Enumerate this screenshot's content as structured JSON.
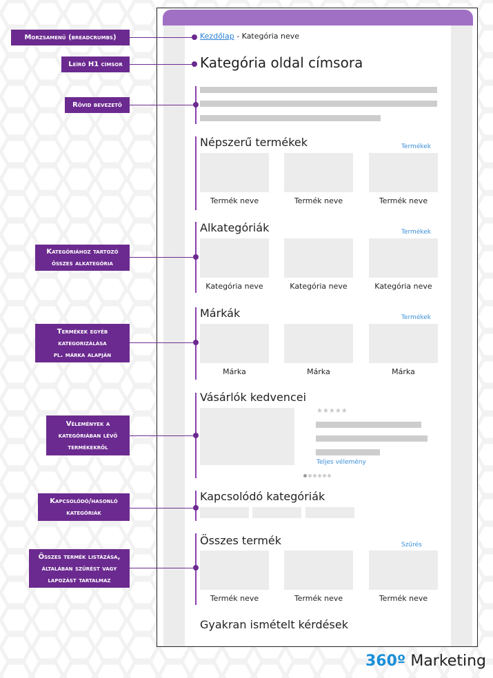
{
  "annotations": {
    "breadcrumbs": "Morzsamenü (breadcrumbs)",
    "h1": "Leíró H1 címsor",
    "intro": "Rövid bevezető",
    "subcategories": [
      "Kategóriához tartozó",
      "összes alkategória"
    ],
    "other": [
      "Termékek egyéb",
      "kategorizálása",
      "pl. márka alapján"
    ],
    "reviews": [
      "Vélemények a",
      "kategóriában lévő",
      "termékekről"
    ],
    "related": [
      "Kapcsolódó/hasonló",
      "kategóriák"
    ],
    "all": [
      "Összes termék listázása,",
      "általában szűrést vagy",
      "lapozást tartalmaz"
    ]
  },
  "page": {
    "breadcrumb_home": "Kezdőlap",
    "breadcrumb_sep": " - ",
    "breadcrumb_current": "Kategória neve",
    "h1": "Kategória oldal címsora",
    "popular": {
      "title": "Népszerű termékek",
      "link": "Termékek",
      "items": [
        "Termék neve",
        "Termék neve",
        "Termék neve"
      ]
    },
    "subcategories": {
      "title": "Alkategóriák",
      "link": "Termékek",
      "items": [
        "Kategória neve",
        "Kategória neve",
        "Kategória neve"
      ]
    },
    "brands": {
      "title": "Márkák",
      "link": "Termékek",
      "items": [
        "Márka",
        "Márka",
        "Márka"
      ]
    },
    "favorites": {
      "title": "Vásárlók kedvencei",
      "stars": "★★★★★",
      "review_link": "Teljes vélemény"
    },
    "related": {
      "title": "Kapcsolódó kategóriák"
    },
    "all_products": {
      "title": "Összes termék",
      "link": "Szűrés",
      "items": [
        "Termék neve",
        "Termék neve",
        "Termék neve"
      ]
    },
    "faq": {
      "title": "Gyakran ismételt kérdések"
    }
  },
  "brand": {
    "strong": "360º",
    "rest": " Marketing"
  },
  "colors": {
    "annotation": "#6b2a8f",
    "topbar": "#a070c4",
    "link": "#3a8fd8",
    "brand": "#1a8fd8",
    "placeholder": "#ececec"
  }
}
